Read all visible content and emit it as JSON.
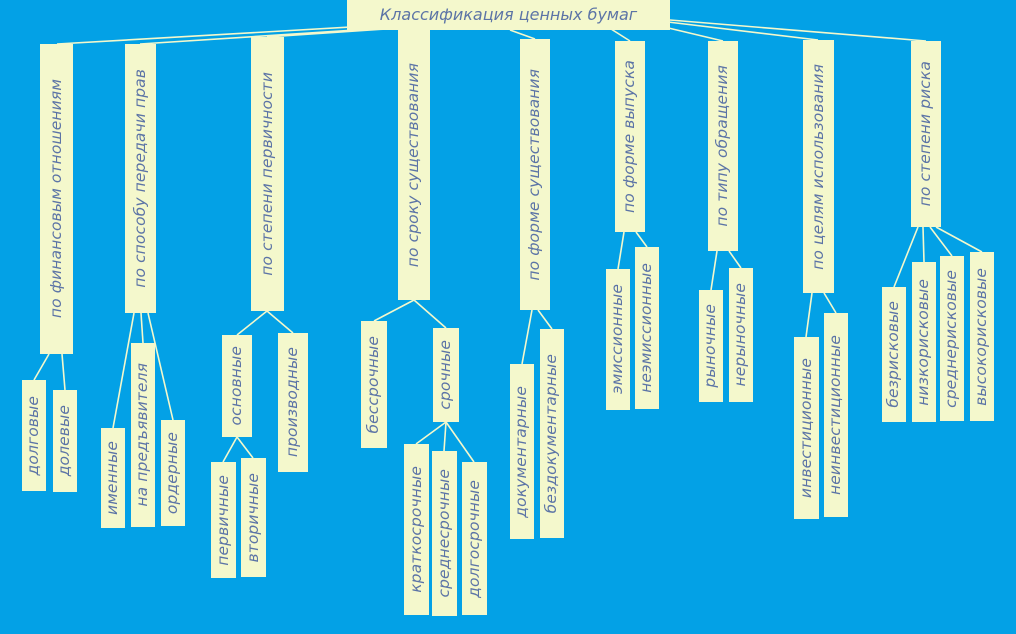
{
  "diagram": {
    "title": "Классификация ценных бумаг",
    "categories": [
      {
        "label": "по финансовым отношениям",
        "children": [
          {
            "label": "долговые"
          },
          {
            "label": "долевые"
          }
        ]
      },
      {
        "label": "по способу передачи прав",
        "children": [
          {
            "label": "именные"
          },
          {
            "label": "на предъявителя"
          },
          {
            "label": "ордерные"
          }
        ]
      },
      {
        "label": "по степени первичности",
        "children": [
          {
            "label": "основные",
            "children": [
              {
                "label": "первичные"
              },
              {
                "label": "вторичные"
              }
            ]
          },
          {
            "label": "производные"
          }
        ]
      },
      {
        "label": "по сроку существования",
        "children": [
          {
            "label": "бессрочные"
          },
          {
            "label": "срочные",
            "children": [
              {
                "label": "краткосрочные"
              },
              {
                "label": "среднесрочные"
              },
              {
                "label": "долгосрочные"
              }
            ]
          }
        ]
      },
      {
        "label": "по форме существования",
        "children": [
          {
            "label": "документарные"
          },
          {
            "label": "бездокументарные"
          }
        ]
      },
      {
        "label": "по форме выпуска",
        "children": [
          {
            "label": "эмиссионные"
          },
          {
            "label": "неэмиссионные"
          }
        ]
      },
      {
        "label": "по типу обращения",
        "children": [
          {
            "label": "рыночные"
          },
          {
            "label": "нерыночные"
          }
        ]
      },
      {
        "label": "по целям использования",
        "children": [
          {
            "label": "инвестиционные"
          },
          {
            "label": "неинвестиционные"
          }
        ]
      },
      {
        "label": "по степени риска",
        "children": [
          {
            "label": "безрисковые"
          },
          {
            "label": "низкорисковые"
          },
          {
            "label": "среднерисковые"
          },
          {
            "label": "высокорисковые"
          }
        ]
      }
    ]
  }
}
